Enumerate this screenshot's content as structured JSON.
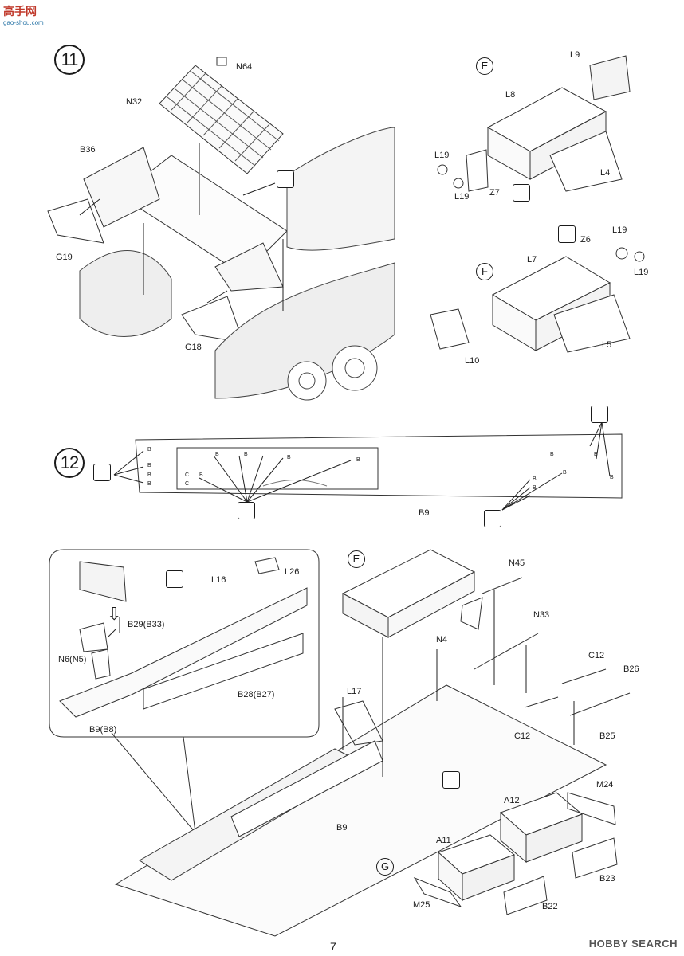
{
  "watermark": {
    "text": "高手网",
    "url_text": "gao-shou.com"
  },
  "brand": "HOBBY SEARCH",
  "page_number": "7",
  "steps": [
    {
      "number": "11"
    },
    {
      "number": "12"
    }
  ],
  "sub_steps": {
    "e_top": "E",
    "f": "F",
    "e_bottom": "E",
    "g": "G"
  },
  "parts": {
    "n64": "N64",
    "n32": "N32",
    "b36": "B36",
    "g19": "G19",
    "g18": "G18",
    "l9": "L9",
    "l8": "L8",
    "l19a": "L19",
    "l19b": "L19",
    "l4": "L4",
    "z7": "Z7",
    "z6": "Z6",
    "l19c": "L19",
    "l19d": "L19",
    "l7": "L7",
    "l10": "L10",
    "l5": "L5",
    "b9_top": "B9",
    "l16": "L16",
    "l26": "L26",
    "b29": "B29(B33)",
    "n6": "N6(N5)",
    "b28": "B28(B27)",
    "b9b8": "B9(B8)",
    "n45": "N45",
    "n33": "N33",
    "n4": "N4",
    "c12a": "C12",
    "b26": "B26",
    "l17": "L17",
    "c12b": "C12",
    "b25": "B25",
    "b9_bottom": "B9",
    "m24": "M24",
    "a12": "A12",
    "a11": "A11",
    "b23": "B23",
    "m25": "M25",
    "b22": "B22"
  },
  "hole_marks": [
    "B",
    "B",
    "B",
    "B",
    "B",
    "B",
    "B",
    "B",
    "C",
    "C",
    "B",
    "B",
    "B",
    "B",
    "B",
    "B",
    "B"
  ]
}
